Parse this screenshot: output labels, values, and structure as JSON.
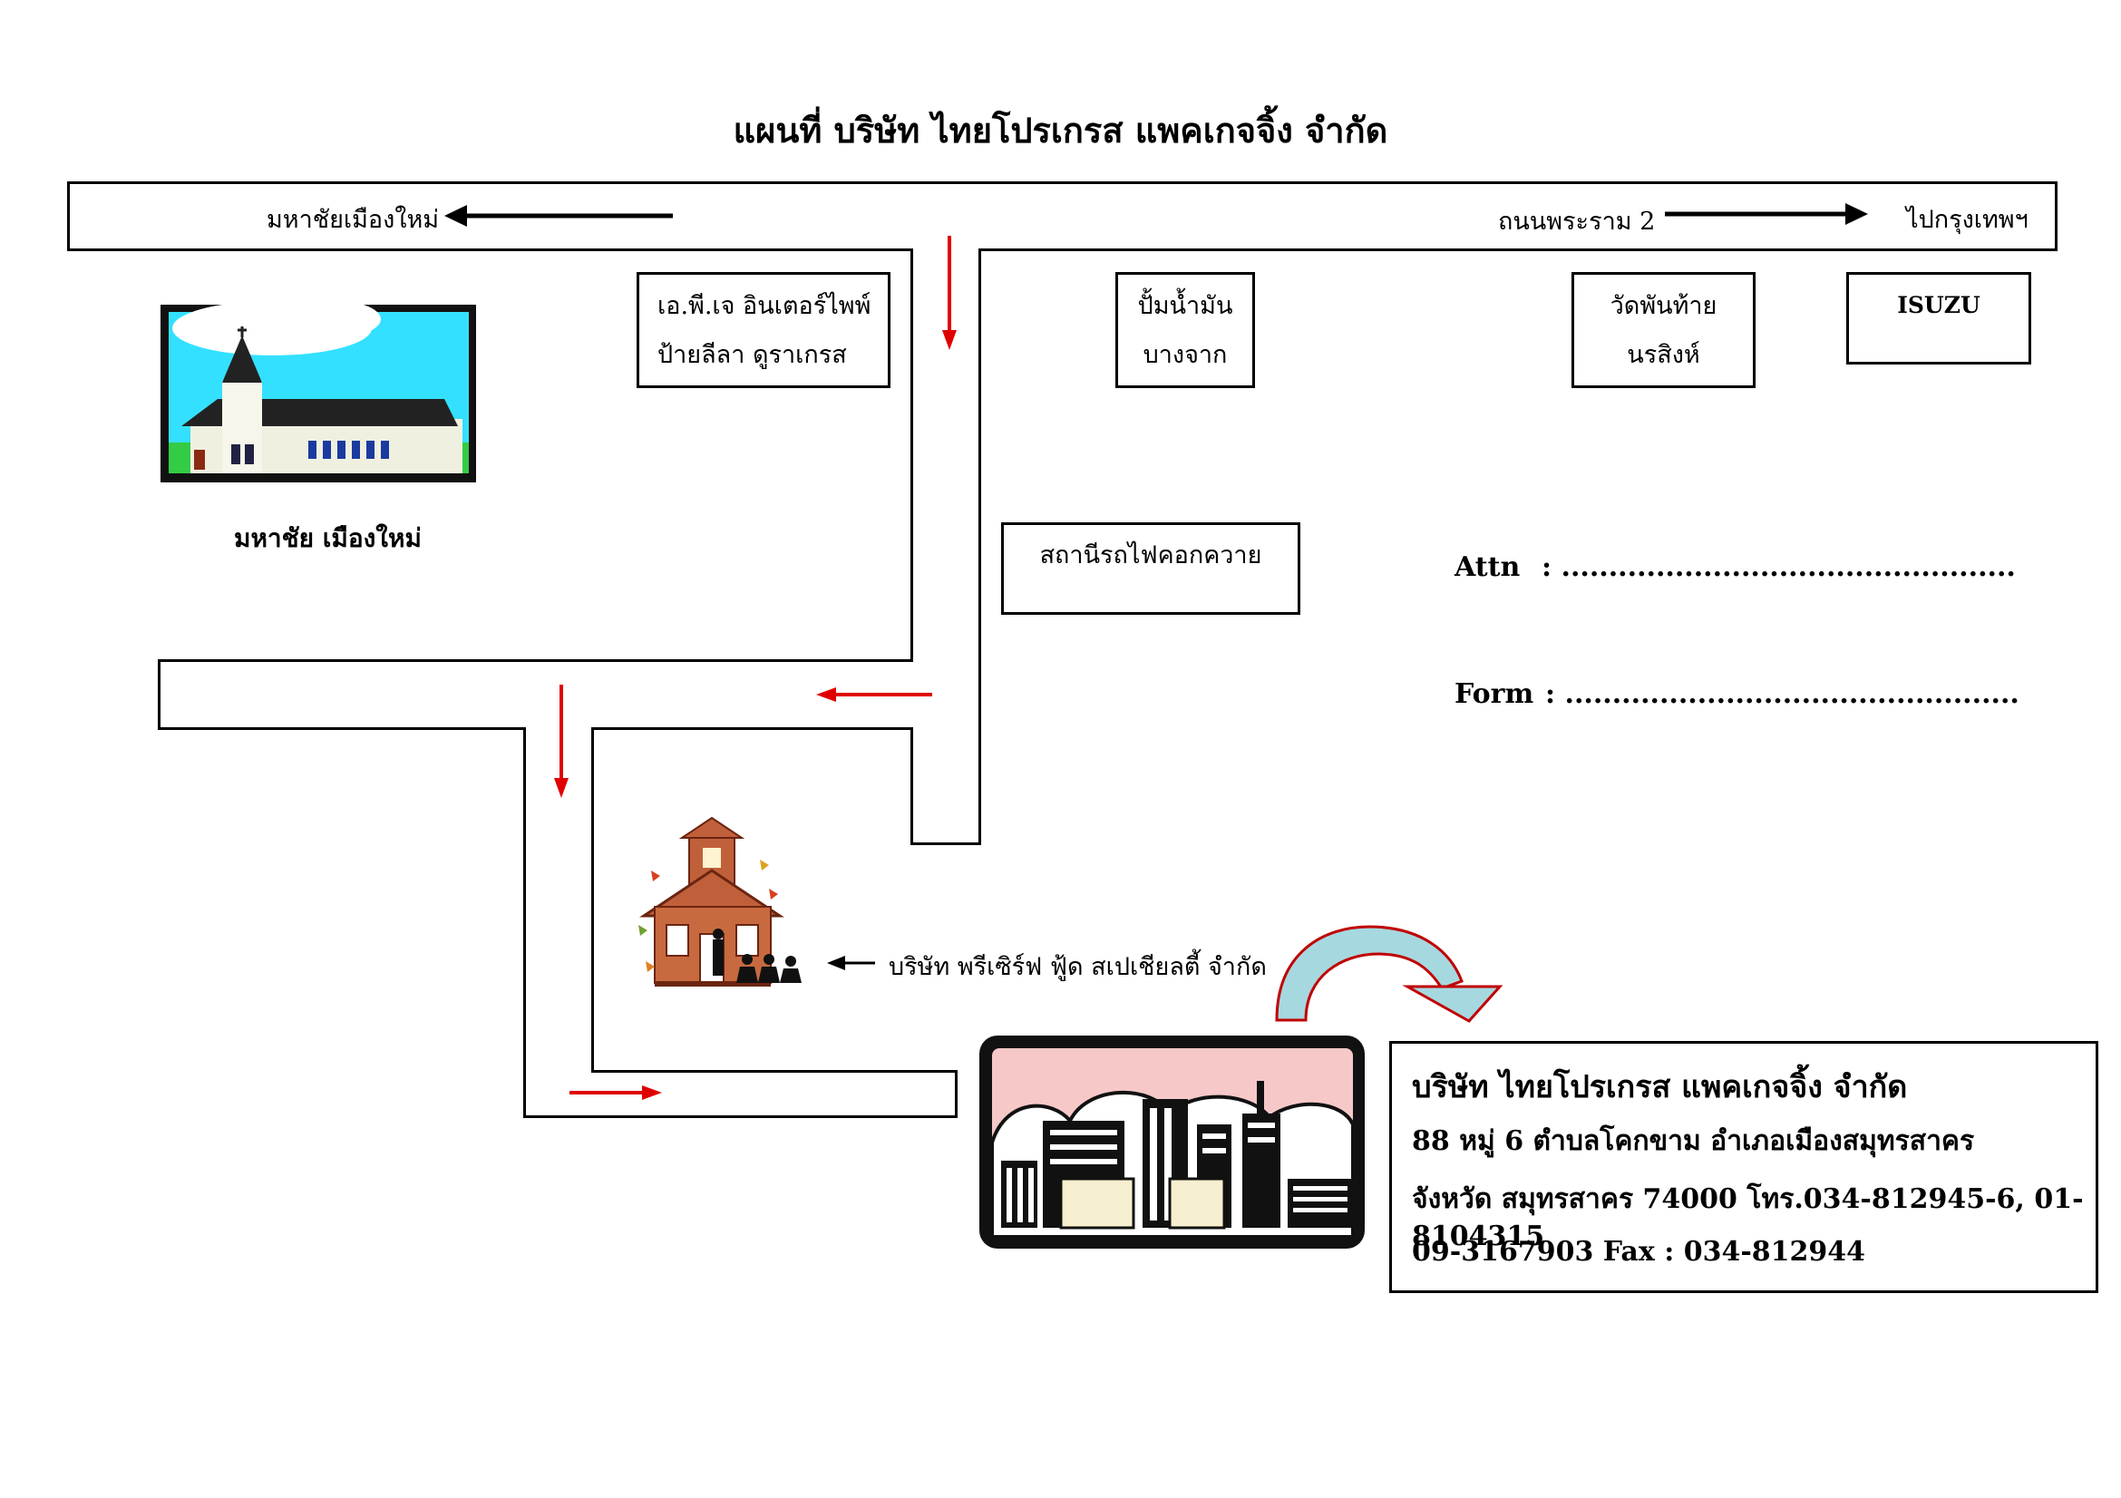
{
  "title": "แผนที่ บริษัท  ไทยโปรเกรส  แพคเกจจิ้ง  จำกัด",
  "main_road": {
    "left_destination": "มหาชัยเมืองใหม่",
    "road_name": "ถนนพระราม 2",
    "right_destination": "ไปกรุงเทพฯ"
  },
  "landmarks": {
    "apj": [
      "เอ.พี.เจ อินเตอร์ไพพ์",
      "ป้ายลีลา ดูราเกรส"
    ],
    "gas_station": [
      "ปั้มน้ำมัน",
      "บางจาก"
    ],
    "temple": [
      "วัดพันท้าย",
      "นรสิงห์"
    ],
    "isuzu": "ISUZU",
    "station": "สถานีรถไฟคอกควาย",
    "mahachai_caption": "มหาชัย เมืองใหม่",
    "preserve": "บริษัท พรีเซิร์ฟ ฟู้ด สเปเชียลตี้ จำกัด"
  },
  "form": {
    "attn_label": "Attn",
    "attn_value": ": ................................................",
    "from_label": "Form",
    "from_value": ":  ................................................"
  },
  "company_info": {
    "name": "บริษัท ไทยโปรเกรส แพคเกจจิ้ง  จำกัด",
    "line1": "88 หมู่ 6 ตำบลโคกขาม อำเภอเมืองสมุทรสาคร",
    "line2": "จังหวัด สมุทรสาคร 74000 โทร.034-812945-6, 01-8104315",
    "line3": "09-3167903  Fax :  034-812944"
  },
  "colors": {
    "route_arrow": "#e00000",
    "sky_church": "#33e0ff",
    "grass": "#33cc44",
    "sky_city": "#f6c8c8",
    "curved_arrow": "#a6d8e0"
  },
  "icons": {
    "church": "church-illustration",
    "school": "schoolhouse-illustration",
    "city": "city-skyline-illustration",
    "curved_arrow": "curved-arrow-icon"
  }
}
